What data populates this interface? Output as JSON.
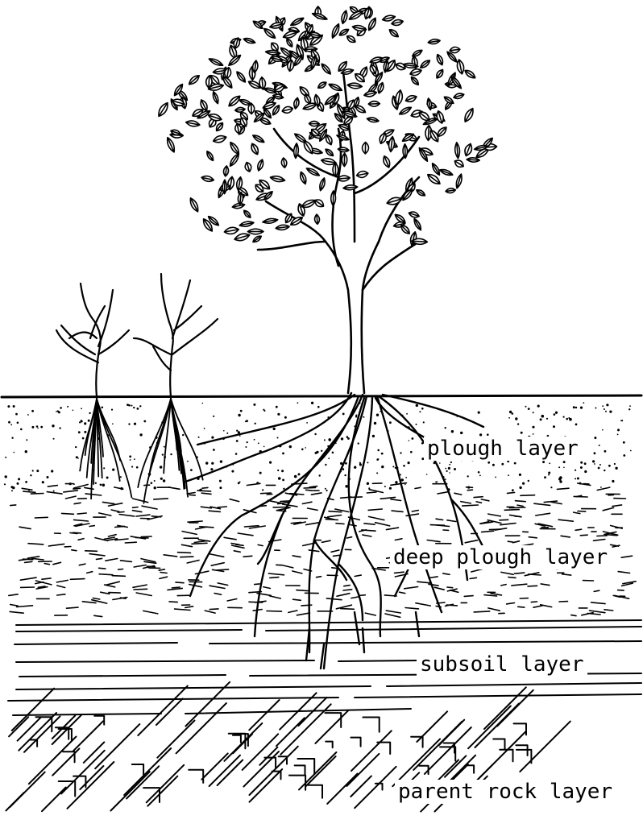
{
  "labels": {
    "plough": "plough layer",
    "deep_plough": "deep plough layer",
    "subsoil": "subsoil layer",
    "parent_rock": "parent rock layer"
  },
  "colors": {
    "ink": "#000000",
    "paper": "#ffffff"
  }
}
